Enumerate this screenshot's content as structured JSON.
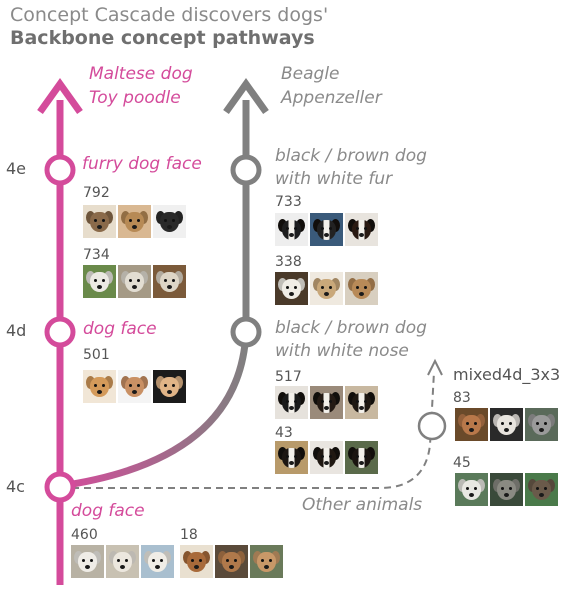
{
  "title": {
    "line1": "Concept Cascade discovers dogs'",
    "line2": "Backbone concept pathways"
  },
  "colors": {
    "pink": "#d44b9b",
    "grey": "#808080",
    "text_grey": "#8a8a8a"
  },
  "levels": {
    "l4e": "4e",
    "l4d": "4d",
    "l4c": "4c"
  },
  "pink_path": {
    "top_label_1": "Maltese dog",
    "top_label_2": "Toy poodle",
    "node_4e_label": "furry  dog face",
    "node_4d_label": "dog face",
    "node_4c_label": "dog face"
  },
  "grey_path": {
    "top_label_1": "Beagle",
    "top_label_2": "Appenzeller",
    "node_4e_label_1": "black / brown  dog",
    "node_4e_label_2": "with white fur",
    "node_4d_label_1": "black / brown dog",
    "node_4d_label_2": "with white nose"
  },
  "other_path": {
    "top_label": "mixed4d_3x3",
    "label": "Other animals"
  },
  "neurons": {
    "n792": "792",
    "n734": "734",
    "n501": "501",
    "n460": "460",
    "n18": "18",
    "n733": "733",
    "n338": "338",
    "n517": "517",
    "n43": "43",
    "n83": "83",
    "n45": "45"
  }
}
